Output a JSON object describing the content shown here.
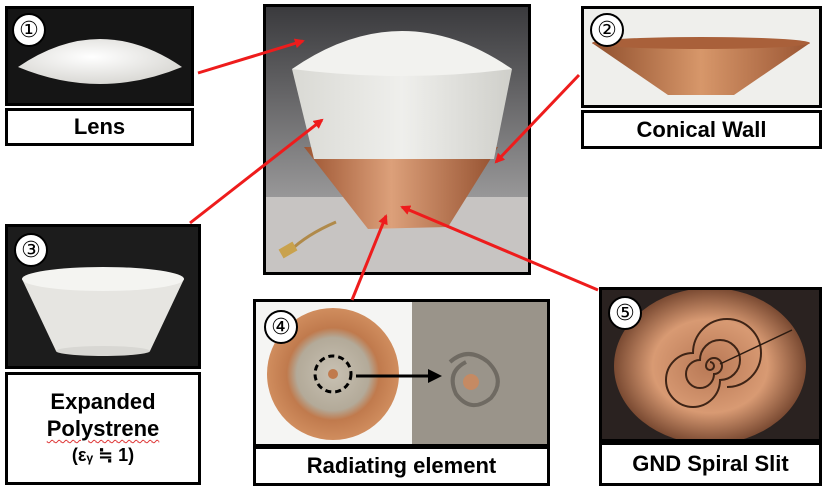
{
  "panels": {
    "lens": {
      "number": "①",
      "label": "Lens"
    },
    "conical_wall": {
      "number": "②",
      "label": "Conical Wall"
    },
    "expanded_polystrene": {
      "number": "③",
      "label_line1": "Expanded",
      "label_line2": "Polystrene",
      "label_line3": "(εᵧ ≒ 1)"
    },
    "radiating_element": {
      "number": "④",
      "label": "Radiating element"
    },
    "gnd_spiral_slit": {
      "number": "⑤",
      "label": "GND Spiral Slit"
    }
  },
  "colors": {
    "arrow": "#ee1c1c",
    "copper": "#c98252",
    "foam": "#ecebe7",
    "frame": "#000000"
  }
}
